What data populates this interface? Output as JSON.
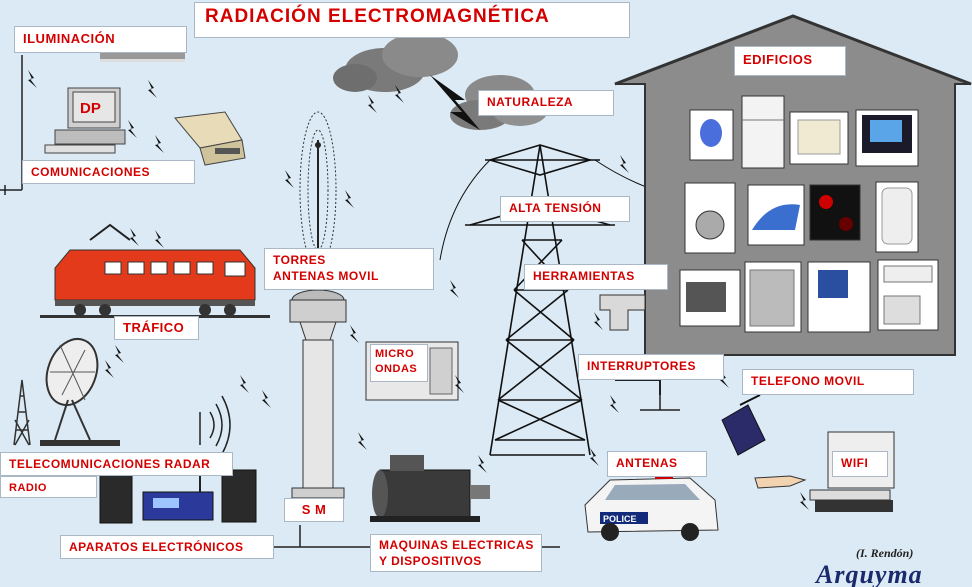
{
  "title": "RADIACIÓN ELECTROMAGNÉTICA",
  "labels": {
    "iluminacion": "ILUMINACIÓN",
    "comunicaciones": "COMUNICACIONES",
    "trafico": "TRÁFICO",
    "telecom_radar": "TELECOMUNICACIONES RADAR",
    "radio": "RADIO",
    "aparatos": "APARATOS ELECTRÓNICOS",
    "sm": "S M",
    "maquinas_l1": "MAQUINAS ELECTRICAS",
    "maquinas_l2": "Y DISPOSITIVOS",
    "torres_l1": "TORRES",
    "torres_l2": "ANTENAS MOVIL",
    "micro_l1": "MICRO",
    "micro_l2": "ONDAS",
    "naturaleza": "NATURALEZA",
    "alta_tension": "ALTA TENSIÓN",
    "herramientas": "HERRAMIENTAS",
    "edificios": "EDIFICIOS",
    "interruptores": "INTERRUPTORES",
    "telefono_movil": "TELEFONO MOVIL",
    "antenas": "ANTENAS",
    "wifi": "WIFI"
  },
  "icons": {
    "dp_monitor_text": "DP",
    "police_text": "POLICE"
  },
  "credit": "(I. Rendón)",
  "logo": "Arquyma",
  "colors": {
    "background": "#dbeaf4",
    "label_text": "#d40000",
    "house": "#8c8c8c",
    "train": "#e23a1a"
  }
}
